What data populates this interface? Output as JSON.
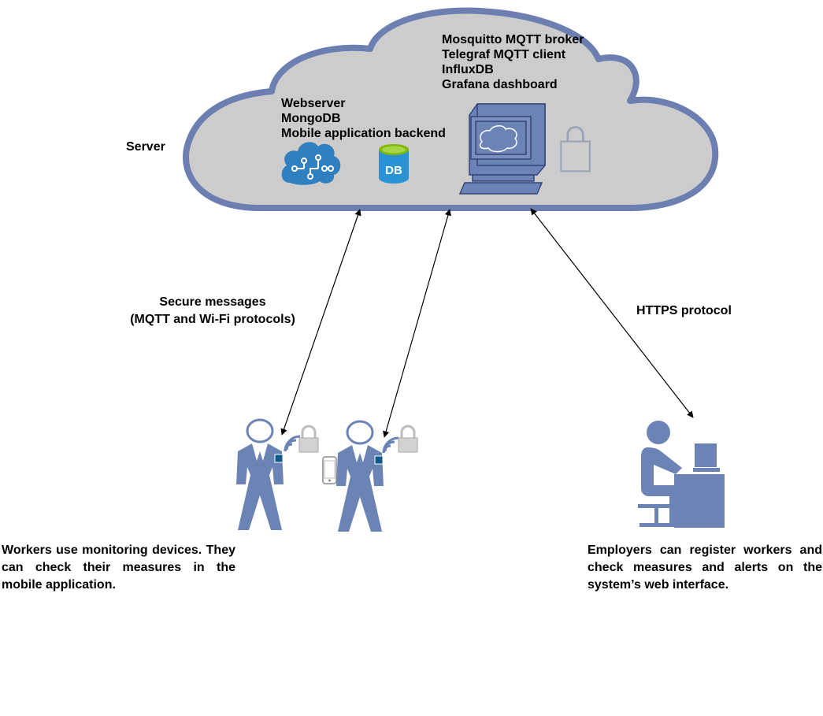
{
  "server_label": "Server",
  "cloud_left_lines": [
    "Webserver",
    "MongoDB",
    "Mobile application backend"
  ],
  "cloud_right_lines": [
    "Mosquitto MQTT broker",
    "Telegraf MQTT client",
    "InfluxDB",
    "Grafana dashboard"
  ],
  "db_icon_text": "DB",
  "secure_messages": {
    "line1": "Secure messages",
    "line2": "(MQTT and Wi-Fi protocols)"
  },
  "https_label": "HTTPS protocol",
  "workers_text": "Workers use monitoring devices. They can check their measures in the mobile application.",
  "employers_text": "Employers can register workers and check measures and alerts on the system’s web interface.",
  "colors": {
    "cloud_fill": "#cccccc",
    "cloud_stroke": "#6c7fb0",
    "person": "#6c84b5",
    "device_dark": "#0e5a8a",
    "db_blue": "#2a93d5",
    "db_green": "#7fba00",
    "lock_grey": "#bcbcbc"
  },
  "icons": [
    "brain-circuit-icon",
    "database-icon",
    "computer-terminal-icon",
    "padlock-icon",
    "wifi-signal-icon",
    "smartphone-icon",
    "person-at-desk-icon"
  ]
}
